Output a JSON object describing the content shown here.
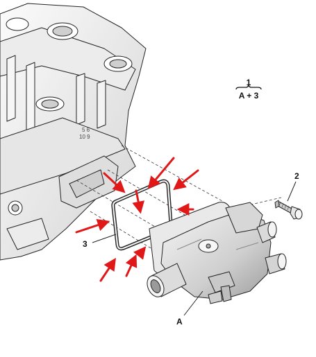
{
  "legend": {
    "step_number": "1",
    "step_parts": "A + 3"
  },
  "callouts": {
    "part_a": "A",
    "part_2": "2",
    "part_3": "3"
  },
  "colors": {
    "line": "#222222",
    "metal_light": "#f2f2f2",
    "metal_mid": "#d9d9d9",
    "metal_dark": "#a8a8a8",
    "arrow": "#e01818"
  },
  "icons": {
    "engine_block": "cylinder-head-illustration",
    "housing": "thermostat-housing-illustration",
    "gasket": "gasket-seal-illustration",
    "bolt": "bolt-illustration",
    "arrows": "red-direction-arrow"
  }
}
